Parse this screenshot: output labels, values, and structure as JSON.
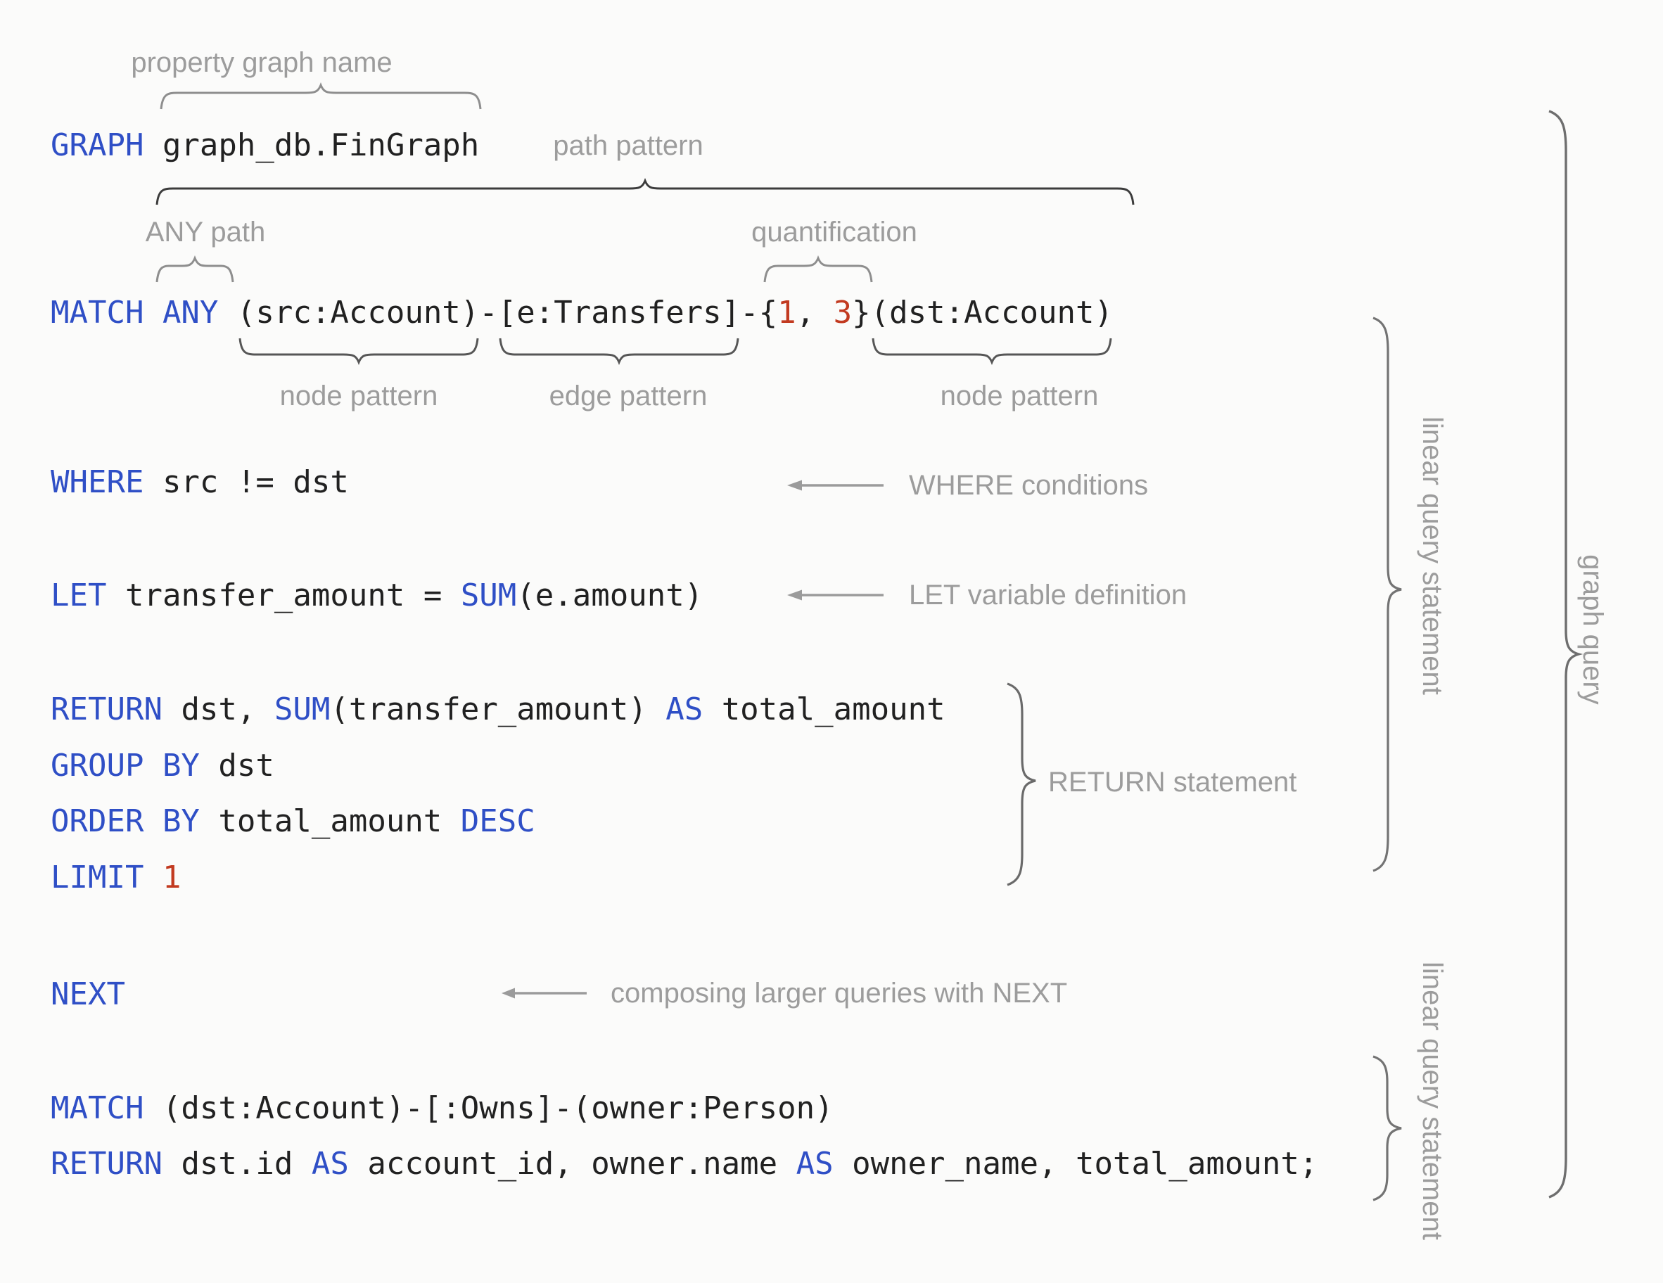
{
  "colors": {
    "keyword": "#2f4fc6",
    "literal": "#c23a20",
    "code_text": "#212121",
    "label_gray": "#9c9c9c",
    "background": "#fbfbfa"
  },
  "code": {
    "language": "GQL graph query",
    "lines": [
      {
        "segments": [
          {
            "c": "k",
            "t": "GRAPH"
          },
          {
            "c": "t",
            "t": " graph_db.FinGraph"
          }
        ]
      },
      {
        "segments": [
          {
            "c": "k",
            "t": "MATCH ANY"
          },
          {
            "c": "t",
            "t": " (src:Account)-[e:Transfers]-{"
          },
          {
            "c": "n",
            "t": "1"
          },
          {
            "c": "t",
            "t": ", "
          },
          {
            "c": "n",
            "t": "3"
          },
          {
            "c": "t",
            "t": "}(dst:Account)"
          }
        ]
      },
      {
        "segments": [
          {
            "c": "k",
            "t": "WHERE"
          },
          {
            "c": "t",
            "t": " src != dst"
          }
        ]
      },
      {
        "segments": [
          {
            "c": "k",
            "t": "LET"
          },
          {
            "c": "t",
            "t": " transfer_amount = "
          },
          {
            "c": "k",
            "t": "SUM"
          },
          {
            "c": "t",
            "t": "(e.amount)"
          }
        ]
      },
      {
        "segments": [
          {
            "c": "k",
            "t": "RETURN"
          },
          {
            "c": "t",
            "t": " dst, "
          },
          {
            "c": "k",
            "t": "SUM"
          },
          {
            "c": "t",
            "t": "(transfer_amount) "
          },
          {
            "c": "k",
            "t": "AS"
          },
          {
            "c": "t",
            "t": " total_amount"
          }
        ]
      },
      {
        "segments": [
          {
            "c": "k",
            "t": "GROUP BY"
          },
          {
            "c": "t",
            "t": " dst"
          }
        ]
      },
      {
        "segments": [
          {
            "c": "k",
            "t": "ORDER BY"
          },
          {
            "c": "t",
            "t": " total_amount "
          },
          {
            "c": "k",
            "t": "DESC"
          }
        ]
      },
      {
        "segments": [
          {
            "c": "k",
            "t": "LIMIT"
          },
          {
            "c": "t",
            "t": " "
          },
          {
            "c": "n",
            "t": "1"
          }
        ]
      },
      {
        "segments": [
          {
            "c": "k",
            "t": "NEXT"
          }
        ]
      },
      {
        "segments": [
          {
            "c": "k",
            "t": "MATCH"
          },
          {
            "c": "t",
            "t": " (dst:Account)-[:Owns]-(owner:Person)"
          }
        ]
      },
      {
        "segments": [
          {
            "c": "k",
            "t": "RETURN"
          },
          {
            "c": "t",
            "t": " dst.id "
          },
          {
            "c": "k",
            "t": "AS"
          },
          {
            "c": "t",
            "t": " account_id, owner.name "
          },
          {
            "c": "k",
            "t": "AS"
          },
          {
            "c": "t",
            "t": " owner_name, total_amount;"
          }
        ]
      }
    ]
  },
  "annotations": {
    "property_graph_name": "property graph name",
    "path_pattern": "path pattern",
    "any_path": "ANY path",
    "quantification": "quantification",
    "node_pattern_src": "node pattern",
    "edge_pattern": "edge pattern",
    "node_pattern_dst": "node pattern",
    "where_conditions": "WHERE conditions",
    "let_variable_definition": "LET variable definition",
    "return_statement": "RETURN statement",
    "composing_next": "composing larger queries with NEXT",
    "linear_query_statement_1": "linear query statement",
    "linear_query_statement_2": "linear query statement",
    "graph_query": "graph query"
  }
}
